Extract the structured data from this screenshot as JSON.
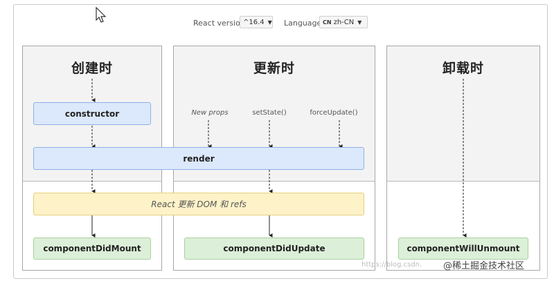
{
  "controls": {
    "react_version_label": "React version",
    "react_version_value": "^16.4",
    "language_label": "Language",
    "language_flag": "CN",
    "language_value": "zh-CN"
  },
  "phases": {
    "mount": {
      "title": "创建时"
    },
    "update": {
      "title": "更新时"
    },
    "unmount": {
      "title": "卸载时"
    }
  },
  "triggers": {
    "new_props": "New props",
    "set_state": "setState()",
    "force_update": "forceUpdate()"
  },
  "methods": {
    "constructor": "constructor",
    "render": "render",
    "react_update": "React 更新 DOM 和 refs",
    "component_did_mount": "componentDidMount",
    "component_did_update": "componentDidUpdate",
    "component_will_unmount": "componentWillUnmount"
  },
  "watermark": {
    "text": "@稀土掘金技术社区",
    "faint_url": "https://blog.csdn."
  },
  "colors": {
    "blue_box": "#dce8fb",
    "yellow_box": "#fdf2c8",
    "green_box": "#dcefd8",
    "column_bg": "#f3f3f3"
  }
}
